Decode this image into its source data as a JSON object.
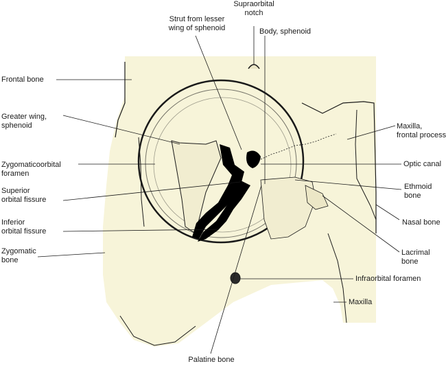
{
  "labels": {
    "supraorbital_notch": "Supraorbital\nnotch",
    "strut_lesser_wing": "Strut from lesser\nwing of sphenoid",
    "body_sphenoid": "Body, sphenoid",
    "frontal_bone": "Frontal bone",
    "greater_wing": "Greater wing,\nsphenoid",
    "maxilla_frontal_process": "Maxilla,\nfrontal process",
    "zygomaticoorbital_foramen": "Zygomaticoorbital\nforamen",
    "optic_canal": "Optic canal",
    "superior_orbital_fissure": "Superior\norbital fissure",
    "ethmoid_bone": "Ethmoid\nbone",
    "inferior_orbital_fissure": "Inferior\norbital fissure",
    "nasal_bone": "Nasal bone",
    "zygomatic_bone": "Zygomatic\nbone",
    "lacrimal_bone": "Lacrimal\nbone",
    "infraorbital_foramen": "Infraorbital foramen",
    "maxilla": "Maxilla",
    "palatine_bone": "Palatine bone"
  },
  "colors": {
    "bone_fill": "#f7f4d9",
    "line": "#1a1a1a",
    "fissure": "#000000",
    "background": "#ffffff"
  }
}
